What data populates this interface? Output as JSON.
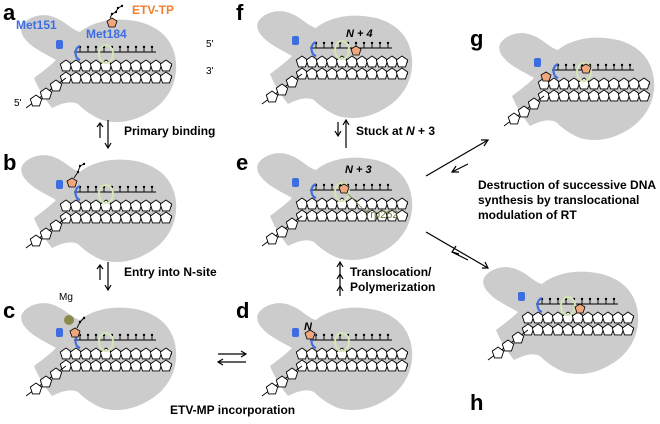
{
  "panels": {
    "a": "a",
    "b": "b",
    "c": "c",
    "d": "d",
    "e": "e",
    "f": "f",
    "g": "g",
    "h": "h"
  },
  "labels": {
    "met151": "Met151",
    "met184": "Met184",
    "etv_tp": "ETV-TP",
    "five_prime_top": "5'",
    "three_prime": "3'",
    "five_prime_bottom": "5'",
    "mg": "Mg",
    "n": "N",
    "n_plus_3_e": "N + 3",
    "n_plus_4": "N + 4",
    "trp262": "Trp262"
  },
  "steps": {
    "primary_binding": "Primary binding",
    "entry_n_site": "Entry into N-site",
    "etv_mp_incorporation": "ETV-MP incorporation",
    "translocation_line1": "Translocation/",
    "translocation_line2": "Polymerization",
    "stuck_prefix": "Stuck at ",
    "stuck_n": "N",
    "stuck_suffix": " + 3",
    "destruction_line1": "Destruction of successive DNA",
    "destruction_line2": "synthesis by translocational",
    "destruction_line3": "modulation of RT"
  },
  "colors": {
    "protein": "#cccccc",
    "met151": "#3d6de0",
    "met184": "#3d6de0",
    "etv": "#f0a77e",
    "etv_label": "#f08030",
    "trp262": "#d4e6b5",
    "trp262_label": "#6b7c3a",
    "mg": "#8a8a4a"
  }
}
